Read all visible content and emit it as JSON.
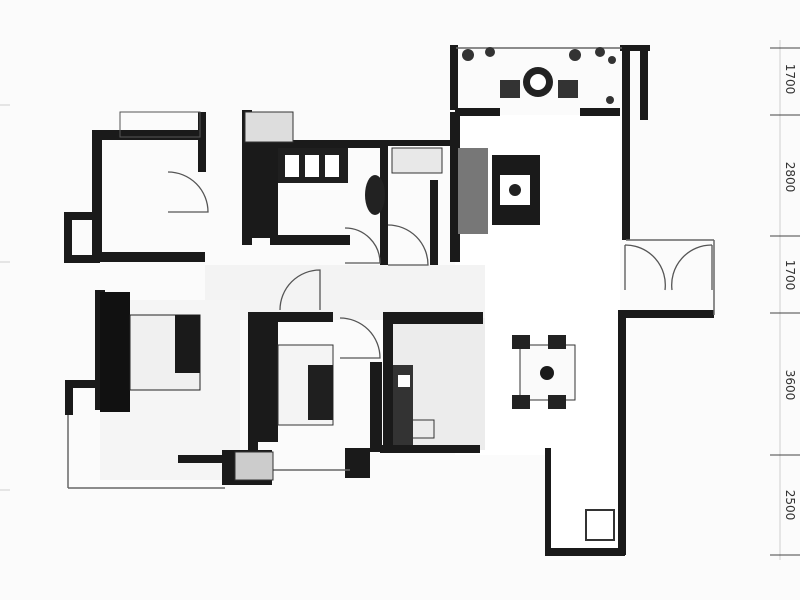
{
  "dimensions": [
    "1700",
    "2800",
    "1700",
    "3600",
    "2500"
  ],
  "colors": {
    "background": "#fbfbfb",
    "wall": "#1a1a1a",
    "furniture_dark": "#222222",
    "furniture_mid": "#555555",
    "floor_grey": "#eeeeee",
    "door_arc": "#555555"
  },
  "rooms": [
    {
      "id": "bedroom-top-left",
      "kind": "bedroom"
    },
    {
      "id": "bedroom-top-middle",
      "kind": "bedroom"
    },
    {
      "id": "bathroom-top",
      "kind": "bathroom"
    },
    {
      "id": "living-room",
      "kind": "living"
    },
    {
      "id": "balcony-top",
      "kind": "balcony"
    },
    {
      "id": "master-bedroom",
      "kind": "bedroom"
    },
    {
      "id": "bedroom-bottom-middle",
      "kind": "bedroom"
    },
    {
      "id": "kitchen",
      "kind": "kitchen"
    },
    {
      "id": "dining-area",
      "kind": "dining"
    },
    {
      "id": "service-balcony",
      "kind": "balcony"
    },
    {
      "id": "corridor",
      "kind": "corridor"
    }
  ]
}
